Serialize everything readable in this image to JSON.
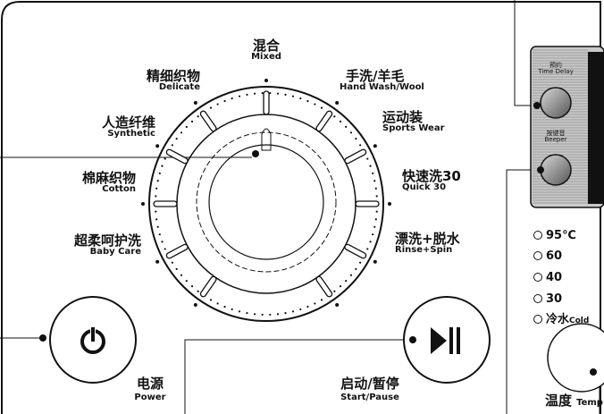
{
  "programs": [
    {
      "id": "mixed",
      "zh": "混合",
      "en": "Mixed"
    },
    {
      "id": "hand-wash-wool",
      "zh": "手洗/羊毛",
      "en": "Hand Wash/Wool"
    },
    {
      "id": "sports-wear",
      "zh": "运动装",
      "en": "Sports Wear"
    },
    {
      "id": "quick-30",
      "zh": "快速洗30",
      "en": "Quick 30"
    },
    {
      "id": "rinse-spin",
      "zh": "漂洗+脱水",
      "en": "Rinse+Spin"
    },
    {
      "id": "delicate",
      "zh": "精细织物",
      "en": "Delicate"
    },
    {
      "id": "synthetic",
      "zh": "人造纤维",
      "en": "Synthetic"
    },
    {
      "id": "cotton",
      "zh": "棉麻织物",
      "en": "Cotton"
    },
    {
      "id": "baby-care",
      "zh": "超柔呵护洗",
      "en": "Baby Care"
    }
  ],
  "power": {
    "zh": "电源",
    "en": "Power"
  },
  "start_pause": {
    "zh": "启动/暂停",
    "en": "Start/Pause"
  },
  "time_delay": {
    "zh": "预约",
    "en": "Time Delay"
  },
  "beeper": {
    "zh": "按键音",
    "en": "Beeper"
  },
  "temperature": {
    "options": [
      "95℃",
      "60",
      "40",
      "30",
      "冷水"
    ],
    "cold_label": "Cold",
    "zh": "温度",
    "en": "Temp"
  }
}
